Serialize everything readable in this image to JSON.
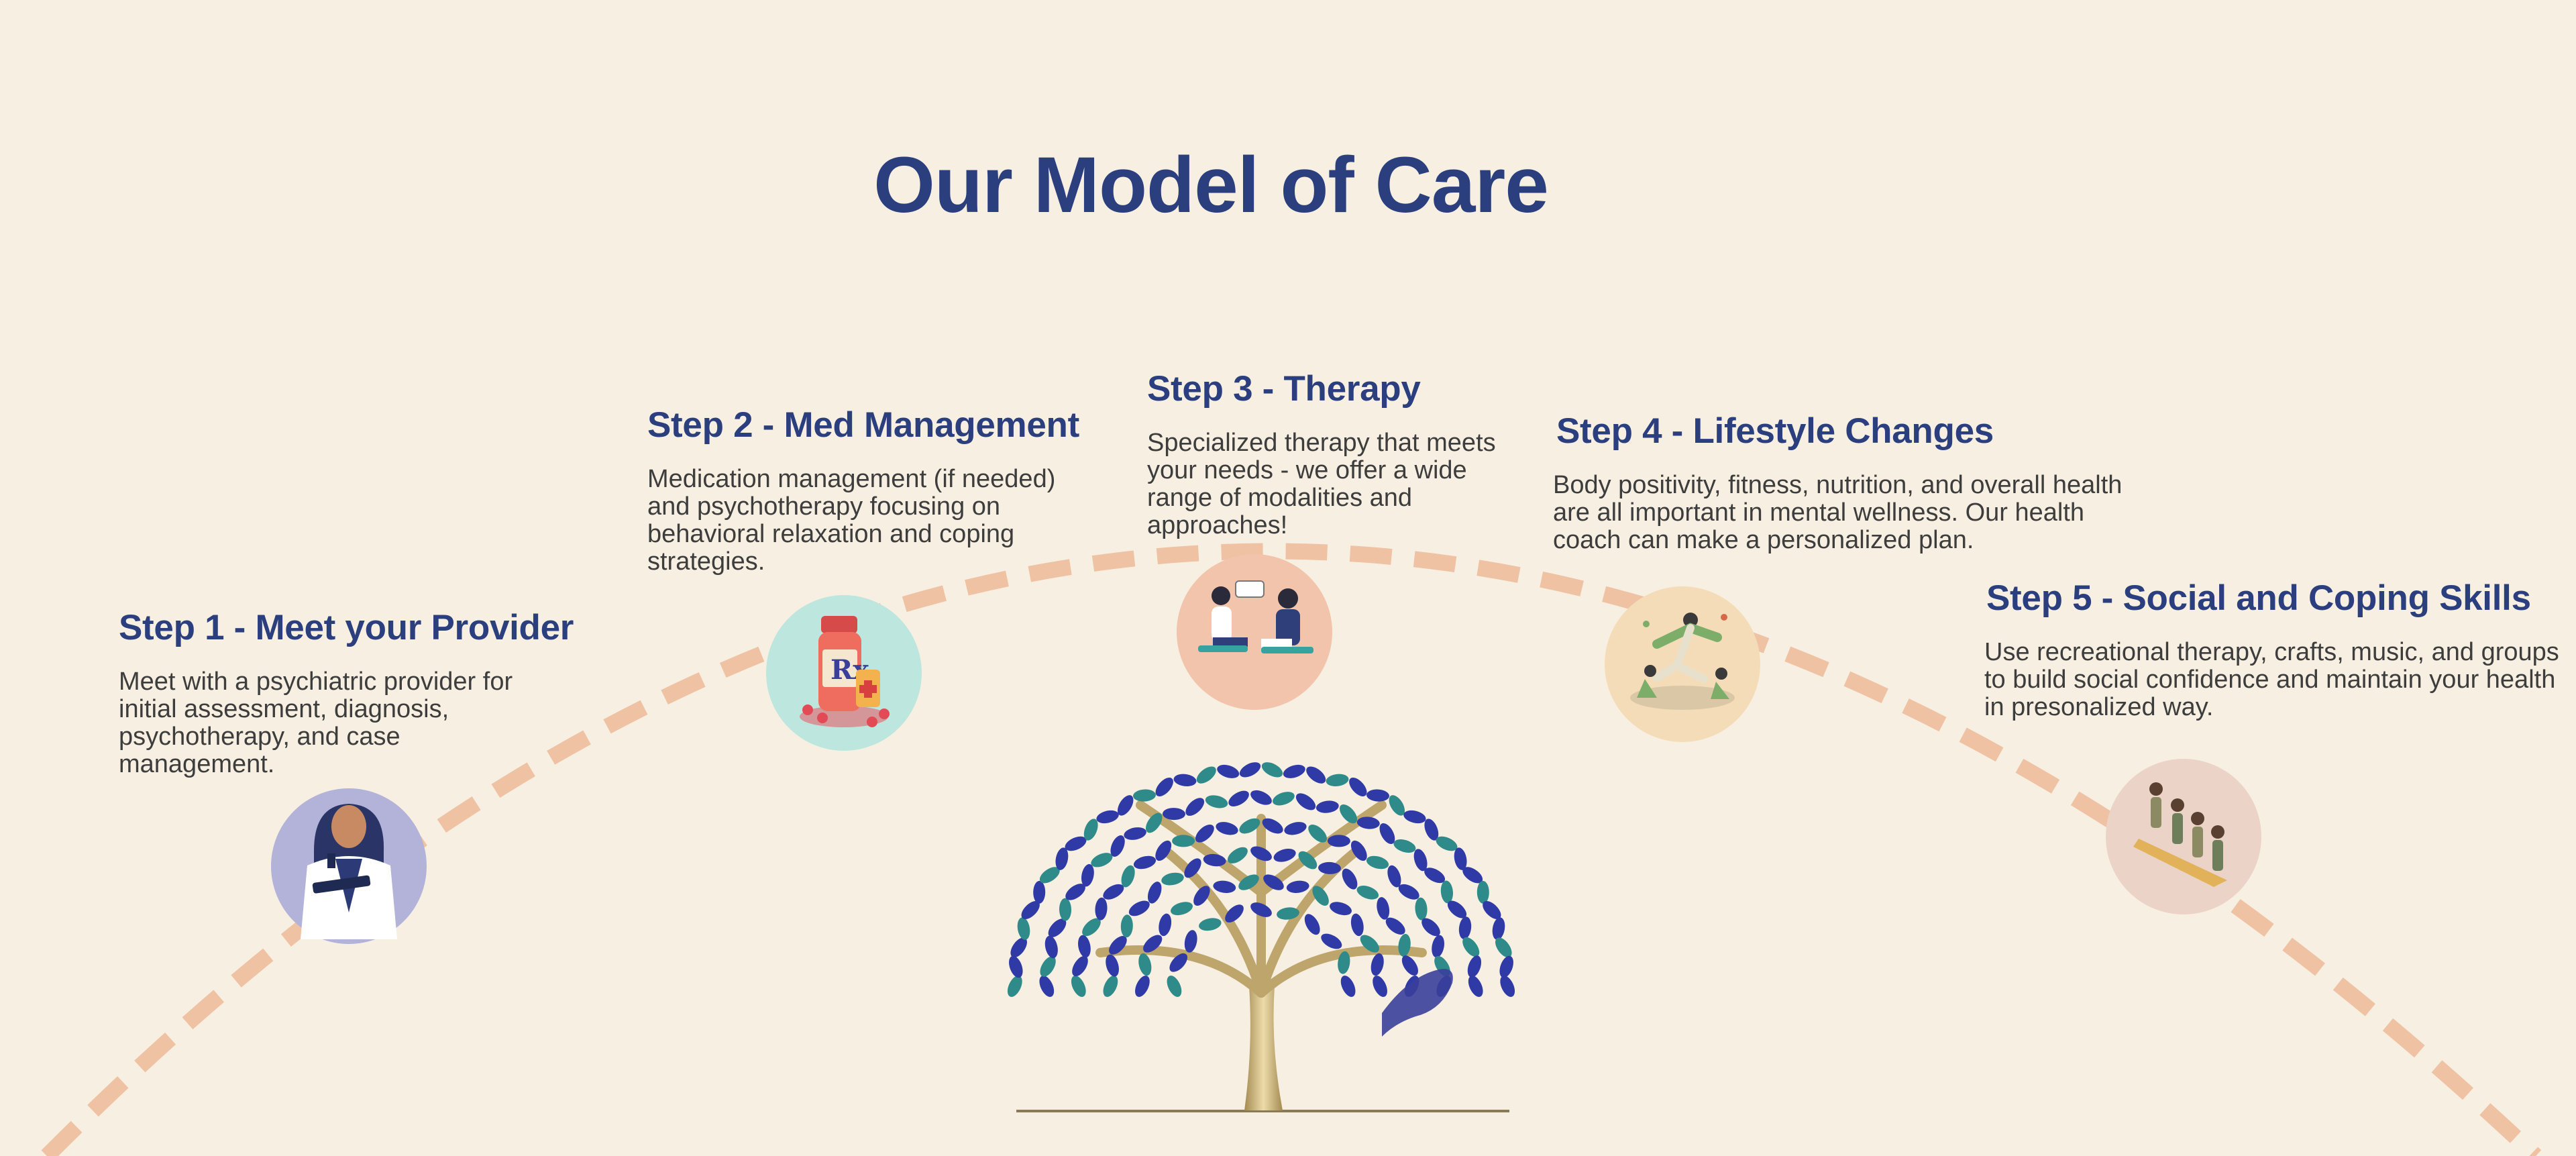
{
  "title": "Our Model of Care",
  "colors": {
    "background": "#f7f0e2",
    "heading": "#2b3f7f",
    "body_text": "#3d3d3d",
    "arc": "#efc2a4",
    "tree_leaf_blue": "#2f3aa6",
    "tree_leaf_teal": "#2f8a8a",
    "tree_trunk": "#c9b27a"
  },
  "steps": [
    {
      "heading": "Step 1 - Meet your Provider",
      "text": "Meet with a psychiatric provider for initial assessment, diagnosis, psychotherapy, and case management.",
      "icon": "doctor-icon",
      "circle_color": "#b3b3d9"
    },
    {
      "heading": "Step 2 - Med Management",
      "text": "Medication management (if needed) and psychotherapy focusing on behavioral relaxation and coping strategies.",
      "icon": "medication-icon",
      "circle_color": "#bde6df"
    },
    {
      "heading": "Step 3 - Therapy",
      "text": "Specialized therapy that meets your needs - we offer a wide range of modalities and approaches!",
      "icon": "therapy-session-icon",
      "circle_color": "#f2c4ab"
    },
    {
      "heading": "Step 4 - Lifestyle Changes",
      "text": "Body positivity, fitness, nutrition, and overall health are all important in mental wellness. Our health coach can make a personalized plan.",
      "icon": "fitness-icon",
      "circle_color": "#f4dcb8"
    },
    {
      "heading": "Step 5 - Social and Coping Skills",
      "text": "Use recreational therapy, crafts, music, and groups to build social confidence and maintain your health in presonalized way.",
      "icon": "group-hiking-icon",
      "circle_color": "#ecd3c8"
    }
  ],
  "center_image": "tree-of-life-icon"
}
